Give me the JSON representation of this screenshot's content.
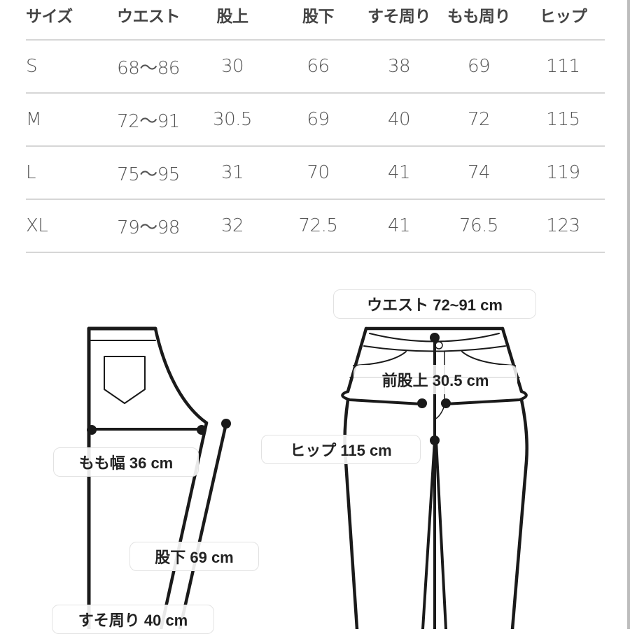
{
  "size_chart": {
    "headers": [
      "サイズ",
      "ウエスト",
      "股上",
      "股下",
      "すそ周り",
      "もも周り",
      "ヒップ"
    ],
    "rows": [
      [
        "S",
        "68〜86",
        "30",
        "66",
        "38",
        "69",
        "111"
      ],
      [
        "M",
        "72〜91",
        "30.5",
        "69",
        "40",
        "72",
        "115"
      ],
      [
        "L",
        "75〜95",
        "31",
        "70",
        "41",
        "74",
        "119"
      ],
      [
        "XL",
        "79〜98",
        "32",
        "72.5",
        "41",
        "76.5",
        "123"
      ]
    ]
  },
  "side_diagram": {
    "thigh_width_label": "もも幅 36 cm",
    "inseam_label": "股下 69 cm",
    "hem_label": "すそ周り 40 cm"
  },
  "front_diagram": {
    "waist_label": "ウエスト 72~91 cm",
    "front_rise_label": "前股上 30.5 cm",
    "hip_label": "ヒップ 115 cm"
  },
  "colors": {
    "line": "#1a1a1a",
    "divider": "#d6d6d6",
    "label_border": "#e2e2e2"
  }
}
